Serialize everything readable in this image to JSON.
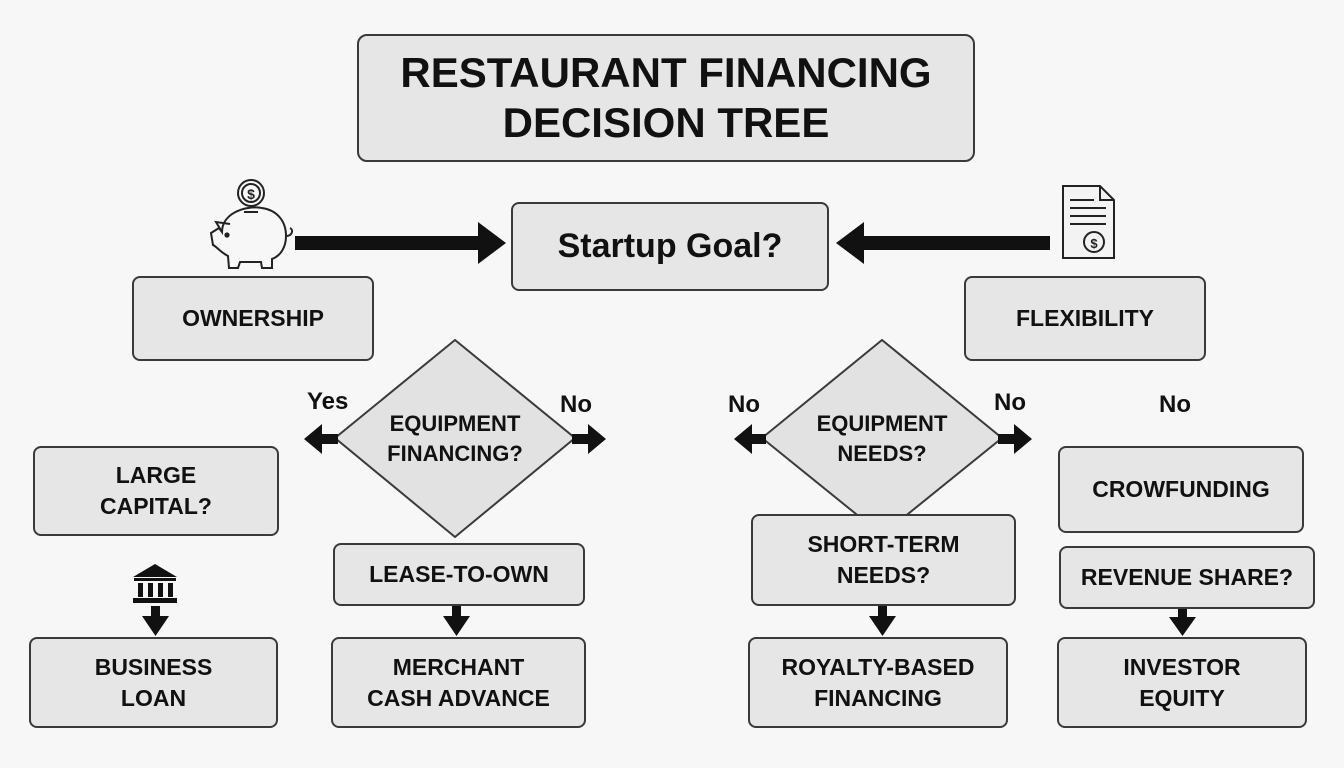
{
  "title": "RESTAURANT FINANCING\nDECISION TREE",
  "root": "Startup Goal?",
  "branches": {
    "ownership": "OWNERSHIP",
    "flexibility": "FLEXIBILITY"
  },
  "decisions": {
    "equipment_financing": "EQUIPMENT\nFINANCING?",
    "equipment_needs": "EQUIPMENT\nNEEDS?"
  },
  "edge_labels": {
    "yes_left": "Yes",
    "no_left": "No",
    "no_mid": "No",
    "no_right": "No",
    "no_far": "No"
  },
  "nodes": {
    "large_capital": "LARGE\nCAPITAL?",
    "lease_to_own": "LEASE-TO-OWN",
    "business_loan": "BUSINESS\nLOAN",
    "merchant_cash_advance": "MERCHANT\nCASH ADVANCE",
    "short_term_needs": "SHORT-TERM\nNEEDS?",
    "royalty_based_financing": "ROYALTY-BASED\nFINANCING",
    "crowfunding": "CROWFUNDING",
    "revenue_share": "REVENUE SHARE?",
    "investor_equity": "INVESTOR\nEQUITY"
  },
  "icons": [
    "piggy-bank-icon",
    "invoice-document-icon",
    "bank-building-icon",
    "credit-card-icon"
  ],
  "colors": {
    "box_fill": "#e6e6e6",
    "border": "#3a3a3a",
    "arrow": "#111111",
    "background": "#f7f7f7"
  }
}
